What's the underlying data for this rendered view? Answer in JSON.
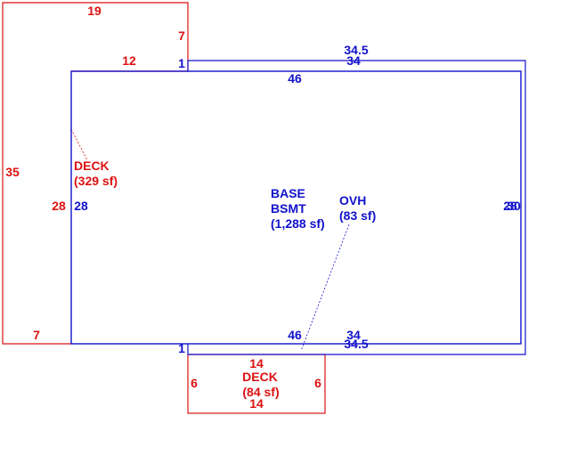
{
  "colors": {
    "deck": "#dd1111",
    "main": "#1111cc",
    "background": "#ffffff"
  },
  "areas": {
    "deck_left": {
      "name": "DECK",
      "area": "(329 sf)"
    },
    "deck_bottom": {
      "name": "DECK",
      "area": "(84 sf)"
    },
    "base": {
      "line1": "BASE",
      "line2": "BSMT",
      "area": "(1,288 sf)"
    },
    "ovh": {
      "name": "OVH",
      "area": "(83 sf)"
    }
  },
  "dimensions": {
    "deck_left_top": "19",
    "deck_left_step": "7",
    "deck_left_inner_top": "12",
    "deck_left_outer_side": "35",
    "deck_left_inner_side": "28",
    "deck_left_bottom": "7",
    "base_top": "46",
    "base_bottom": "46",
    "base_left": "28",
    "base_right_a": "28",
    "base_right_b": "30",
    "ovh_top_outer": "34.5",
    "ovh_top_inner": "34",
    "ovh_bottom_inner": "34",
    "ovh_bottom_outer": "34.5",
    "ovh_top_step": "1",
    "ovh_bottom_step": "1",
    "deck_bottom_top": "14",
    "deck_bottom_bottom": "14",
    "deck_bottom_left": "6",
    "deck_bottom_right": "6"
  }
}
